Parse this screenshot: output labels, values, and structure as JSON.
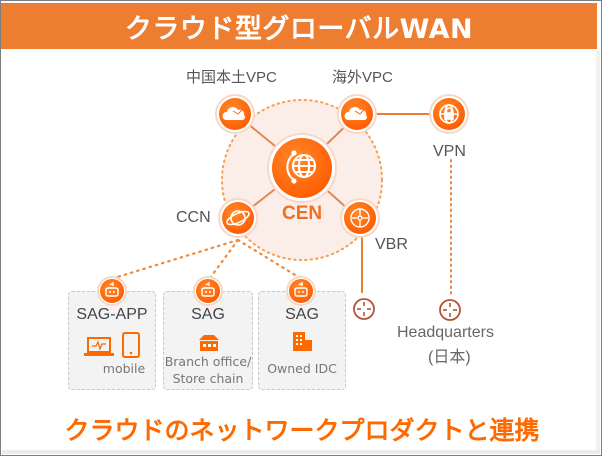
{
  "title": "クラウド型グローバルWAN",
  "footer": "クラウドのネットワークプロダクトと連携",
  "colors": {
    "title_bar": "#ed7d31",
    "node_orange": "#ff6a00",
    "footer_text": "#ff6a00",
    "router_brown": "#b5533a",
    "cen_halo": "#fbeee9"
  },
  "nodes": {
    "vpc_china": {
      "label": "中国本土VPC",
      "icon": "cloud-icon"
    },
    "vpc_overseas": {
      "label": "海外VPC",
      "icon": "cloud-icon"
    },
    "vpn": {
      "label": "VPN",
      "icon": "globe-lock-icon"
    },
    "cen": {
      "label": "CEN",
      "icon": "globe-sync-icon"
    },
    "ccn": {
      "label": "CCN",
      "icon": "planet-icon"
    },
    "vbr": {
      "label": "VBR",
      "icon": "router-arrows-icon"
    },
    "headquarters": {
      "label_line1": "Headquarters",
      "label_line2": "(日本)",
      "icon": "router-icon"
    },
    "vbr_endpoint": {
      "icon": "router-icon"
    }
  },
  "sag_boxes": [
    {
      "title": "SAG-APP",
      "sub_line1": "mobile",
      "sub_line2": "",
      "icons": [
        "laptop-icon",
        "mobile-phone-icon"
      ]
    },
    {
      "title": "SAG",
      "sub_line1": "Branch office/",
      "sub_line2": "Store chain",
      "icons": [
        "store-icon"
      ]
    },
    {
      "title": "SAG",
      "sub_line1": "Owned IDC",
      "sub_line2": "",
      "icons": [
        "building-icon"
      ]
    }
  ]
}
